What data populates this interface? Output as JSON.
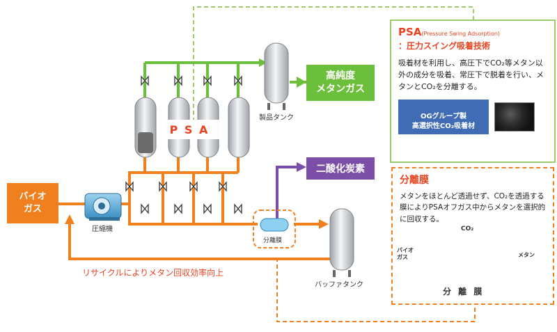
{
  "inputs": {
    "biogas": "バイオ\nガス"
  },
  "labels": {
    "compressor": "圧縮機",
    "psa": "P S A",
    "product_tank": "製品タンク",
    "membrane_unit": "分離膜",
    "buffer_tank": "バッファタンク",
    "recycle_note": "リサイクルによりメタン回収効率向上"
  },
  "outputs": {
    "methane": "高純度\nメタンガス",
    "co2": "二酸化炭素"
  },
  "psa_panel": {
    "title_main": "PSA",
    "title_sub": "(Pressure Swing Adsorption)",
    "subtitle": "：圧力スイング吸着技術",
    "description": "吸着材を利用し、高圧下でCO₂等メタン以外の成分を吸着、常圧下で脱着を行い、メタンとCO₂を分離する。",
    "badge": "OGグループ製\n高選択性CO₂吸着材"
  },
  "membrane_panel": {
    "title": "分離膜",
    "description": "メタンをほとんど透過せず、CO₂を透過する膜によりPSAオフガス中からメタンを選択的に回収する。",
    "in_label": "バイオ\nガス",
    "co2_label": "CO₂",
    "out_label": "メタン",
    "caption": "分 離 膜"
  },
  "colors": {
    "orange": "#f07f1e",
    "green": "#6cbf3b",
    "purple": "#7b4fa8",
    "dash": "#9acd6a",
    "accent_red": "#e8441f"
  }
}
